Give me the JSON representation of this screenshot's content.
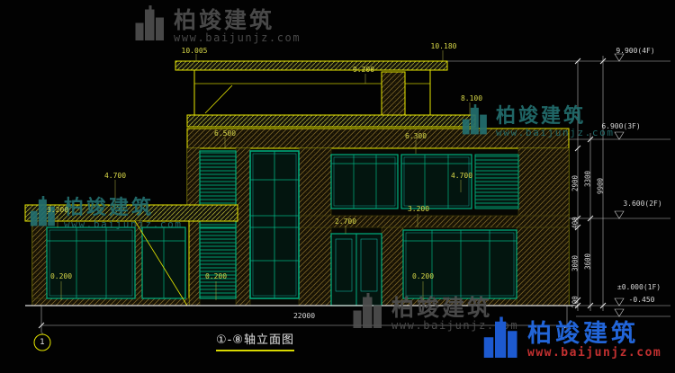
{
  "watermark": {
    "brand": "柏竣建筑",
    "url": "www.baijunjz.com"
  },
  "logo": {
    "brand": "柏竣建筑",
    "url": "www.baijunjz.com"
  },
  "footer": {
    "title": "①-⑧轴立面图",
    "axis_bubble": "1",
    "total_width": "22000"
  },
  "levels": {
    "f4": "9.900(4F)",
    "f3": "6.900(3F)",
    "f2": "3.600(2F)",
    "f1": "±0.000(1F)",
    "ground": "-0.450"
  },
  "elevation_marks": {
    "d10005": "10.005",
    "d10180": "10.180",
    "d9200": "9.200",
    "d8100": "8.100",
    "d6500": "6.500",
    "d6300": "6.300",
    "d4700_left": "4.700",
    "d4700_right": "4.700",
    "d3200_left": "3.200",
    "d3200_right": "3.200",
    "d2700": "2.700",
    "d0200_left": "0.200",
    "d0200_mid": "0.200",
    "d0200_right": "0.200"
  },
  "dim_chain": {
    "c2900": "2900",
    "c400": "400",
    "c3000": "3000",
    "c200": "200",
    "c3300": "3300",
    "c3600": "3600",
    "c9900": "9900"
  }
}
